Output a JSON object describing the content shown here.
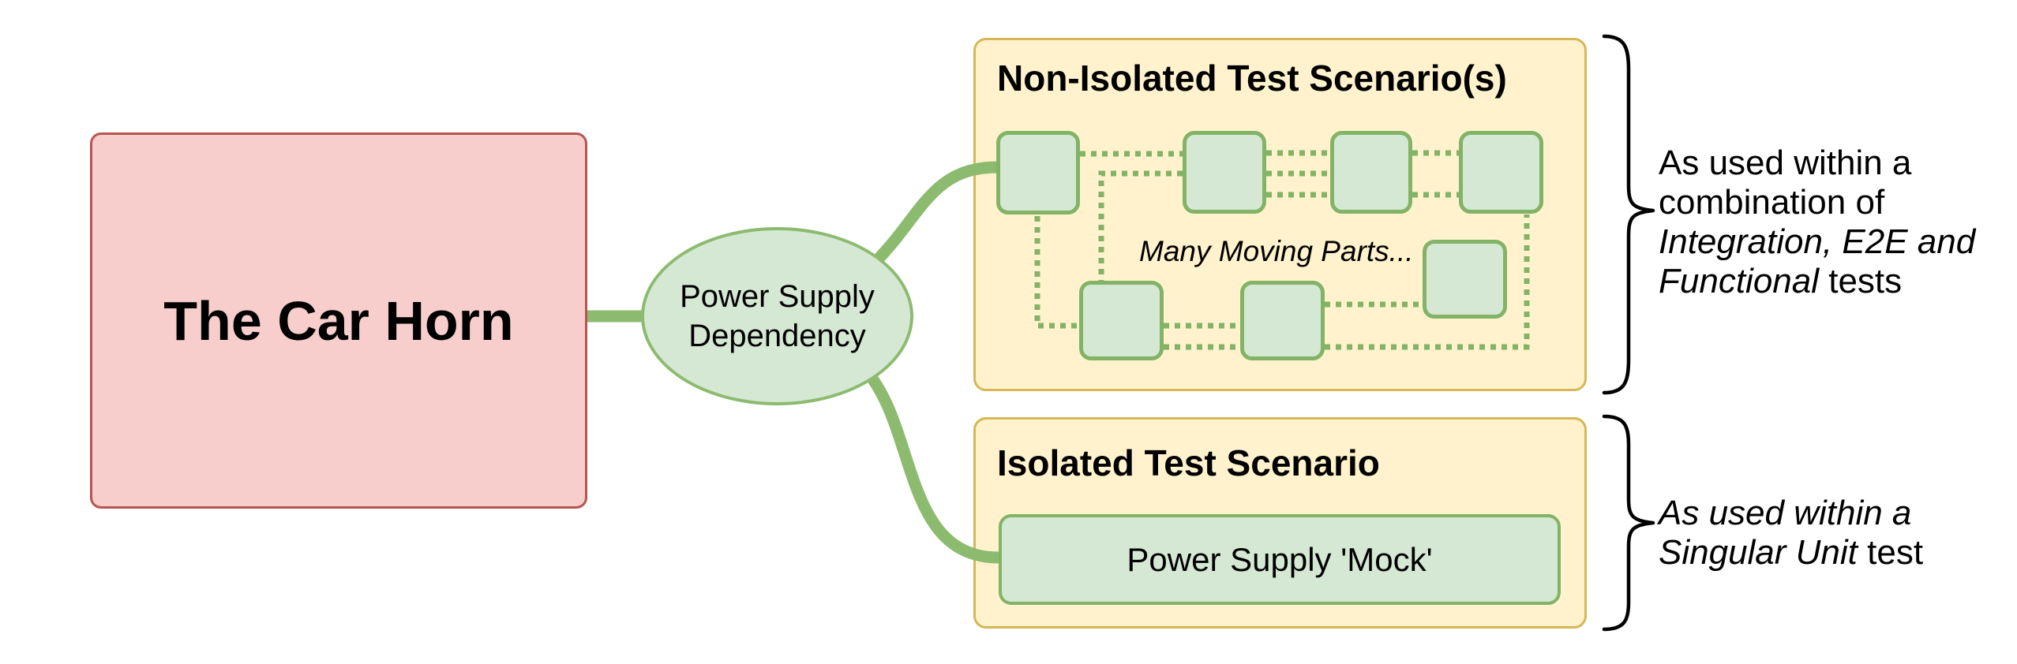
{
  "nodes": {
    "car_horn": {
      "label": "The Car Horn"
    },
    "dependency": {
      "label": "Power Supply Dependency"
    },
    "mock": {
      "label": "Power Supply 'Mock'"
    }
  },
  "panels": {
    "non_isolated": {
      "title": "Non-Isolated Test Scenario(s)",
      "caption": "Many Moving Parts..."
    },
    "isolated": {
      "title": "Isolated Test Scenario"
    }
  },
  "annotations": {
    "top": {
      "line1": "As used within a",
      "line2": "combination of",
      "line3_italic": "Integration, E2E and",
      "line4_italic": "Functional",
      "line4_regular": " tests"
    },
    "bottom": {
      "line1_italic": "As used within a",
      "line2_italic": "Singular Unit",
      "line2_regular": " test"
    }
  },
  "colors": {
    "background": "#FFFFFF",
    "car_horn_fill": "#F8CECC",
    "car_horn_border": "#B85450",
    "panel_fill": "#FFF2CC",
    "panel_border": "#D6B656",
    "green_fill": "#D5E8D4",
    "green_border": "#82B366",
    "connector_green": "#8CBB6F",
    "brace_stroke": "#000000",
    "text": "#000000"
  }
}
